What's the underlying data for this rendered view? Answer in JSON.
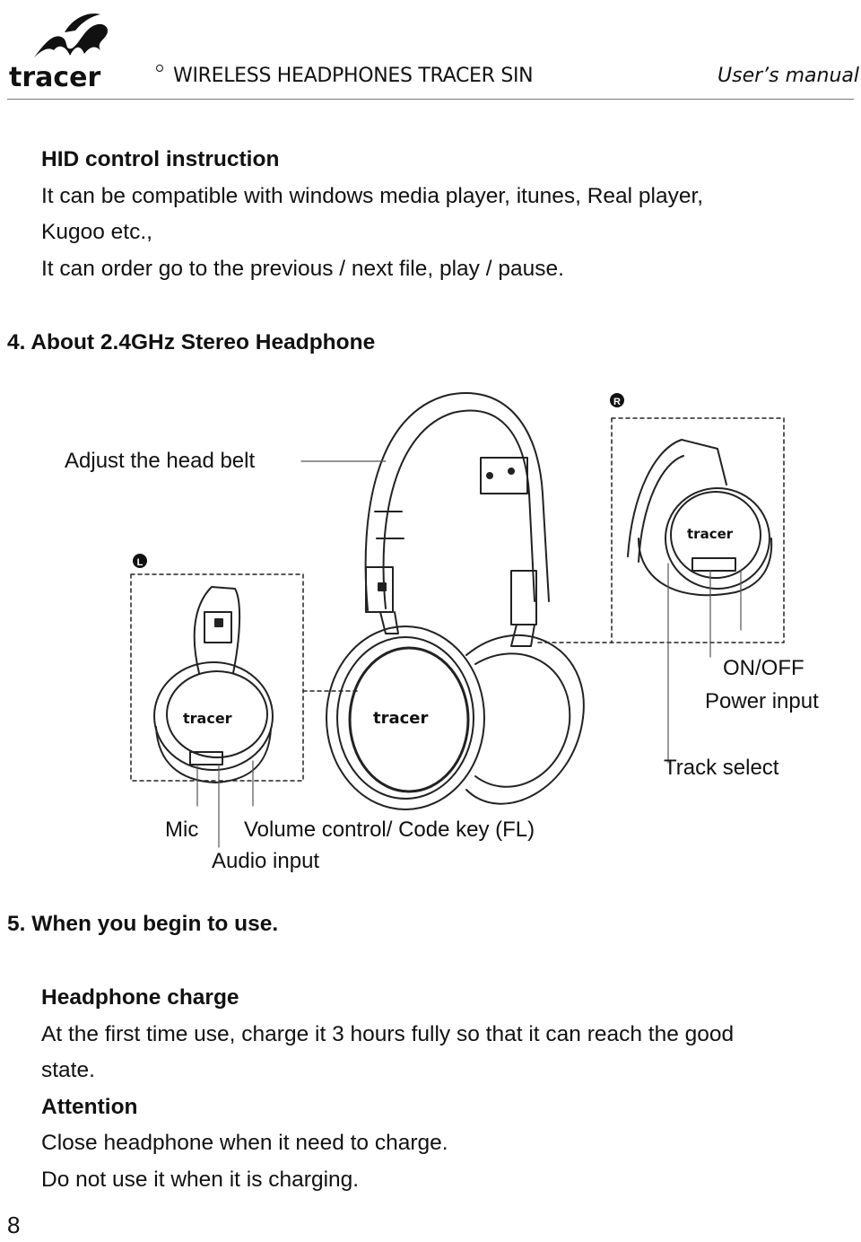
{
  "header": {
    "brand": "tracer",
    "title": "WIRELESS HEADPHONES TRACER SIN",
    "manual": "User’s manual"
  },
  "hid": {
    "heading": "HID control instruction",
    "line1": "It can be compatible with windows media player, itunes, Real player,",
    "line2": "Kugoo etc.,",
    "line3": "It can order go to the previous / next file, play / pause."
  },
  "section4": {
    "heading": "4. About 2.4GHz Stereo Headphone"
  },
  "diagram": {
    "adjust_label": "Adjust the head belt",
    "right_marker": "R",
    "left_marker": "L",
    "onoff_label": "ON/OFF",
    "power_label": "Power input",
    "track_label": "Track select",
    "mic_label": "Mic",
    "volume_label": "Volume control/ Code key (FL)",
    "audio_label": "Audio input",
    "cup_brand": "tracer"
  },
  "section5": {
    "heading": "5. When you begin to use."
  },
  "charge": {
    "heading": "Headphone charge",
    "line1": "At the first time use, charge it 3 hours fully so that it can reach the good",
    "line2": "state.",
    "attention": "Attention",
    "line3": "Close headphone when it need to charge.",
    "line4": "Do not use it when it is charging."
  },
  "page_number": "8"
}
